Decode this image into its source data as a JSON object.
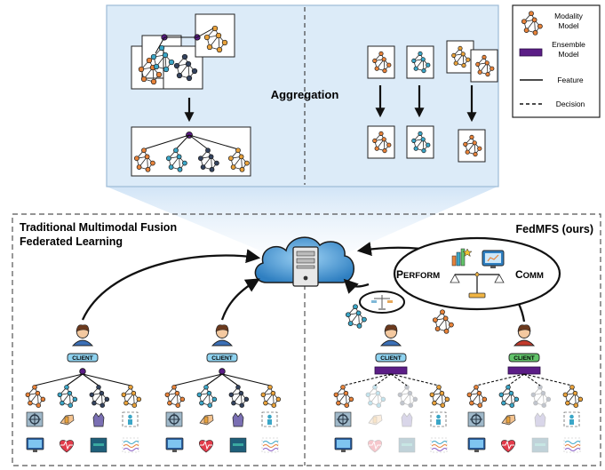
{
  "legend": {
    "modality_model": "Modality\nModel",
    "ensemble_model": "Ensemble\nModel",
    "feature": "Feature",
    "decision": "Decision"
  },
  "top": {
    "aggregation": "Aggregation"
  },
  "left_panel": {
    "title_line1": "Traditional Multimodal Fusion",
    "title_line2": "Federated Learning"
  },
  "right_panel": {
    "title": "FedMFS (ours)",
    "perform_big": "P",
    "perform_small": "ERFORM",
    "comm_big": "C",
    "comm_small": "OMM"
  },
  "clients": {
    "label": "CLIENT"
  },
  "colors": {
    "orange": "#E8833A",
    "teal": "#3BA6C7",
    "navy": "#34435E",
    "gold": "#E9A23B",
    "purple": "#5B1D86",
    "client_blue": "#8FD3F0",
    "client_green": "#62C46A",
    "top_fill": "#DCEBF8"
  }
}
